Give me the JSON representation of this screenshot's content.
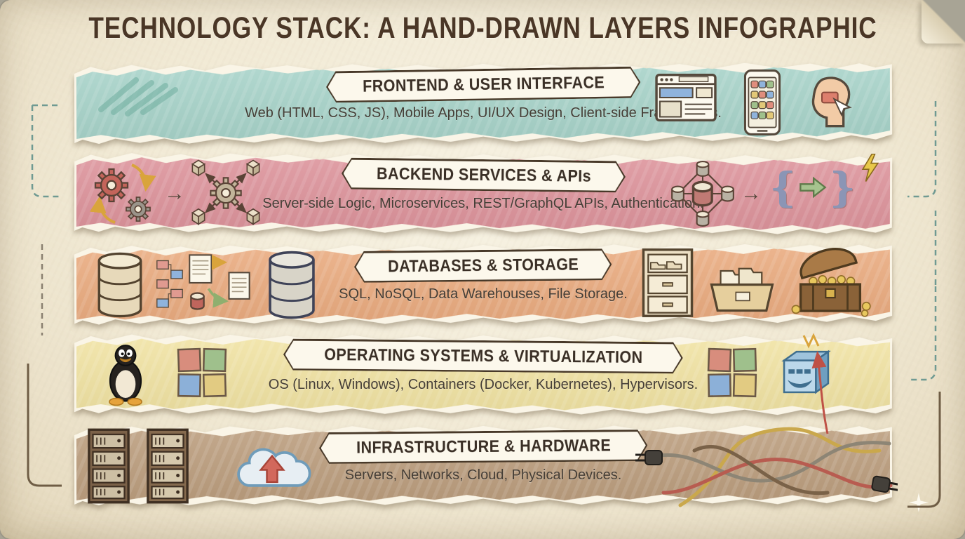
{
  "title": "TECHNOLOGY STACK: A HAND-DRAWN LAYERS INFOGRAPHIC",
  "palette": {
    "paper": "#f1e9d4",
    "ink": "#4a3626",
    "banner_background": "#fcf8ec",
    "banner_border": "#483929",
    "connector_teal": "#6f9a92",
    "connector_gray": "#8a8070"
  },
  "layers": [
    {
      "name": "frontend",
      "label": "FRONTEND & USER INTERFACE",
      "description": "Web (HTML, CSS, JS), Mobile Apps, UI/UX Design, Client-side Frameworks.",
      "color": "#a7d3c9",
      "icons": [
        "teal-scribble-icon",
        "browser-window-icon",
        "mobile-phone-icon",
        "user-head-click-icon"
      ]
    },
    {
      "name": "backend",
      "label": "BACKEND SERVICES & APIs",
      "description": "Server-side Logic, Microservices, REST/GraphQL APIs, Authentication.",
      "color": "#dd939b",
      "icons": [
        "gears-icon",
        "flow-arrow-icon",
        "microservices-network-icon",
        "database-cluster-icon",
        "flow-arrow-icon",
        "code-braces-arrow-icon",
        "lightning-bolt-icon"
      ]
    },
    {
      "name": "databases",
      "label": "DATABASES & STORAGE",
      "description": "SQL, NoSQL, Data Warehouses, File Storage.",
      "color": "#eaab7f",
      "icons": [
        "database-stack-icon",
        "data-blocks-icon",
        "documents-transfer-icon",
        "data-warehouse-icon",
        "file-cabinet-icon",
        "folder-box-icon",
        "treasure-chest-icon"
      ]
    },
    {
      "name": "operating-systems",
      "label": "OPERATING SYSTEMS & VIRTUALIZATION",
      "description": "OS (Linux, Windows), Containers (Docker, Kubernetes), Hypervisors.",
      "color": "#f1e3a3",
      "icons": [
        "linux-tux-icon",
        "windows-logo-icon",
        "windows-logo-icon",
        "docker-box-icon"
      ]
    },
    {
      "name": "infrastructure",
      "label": "INFRASTRUCTURE & HARDWARE",
      "description": "Servers, Networks, Cloud, Physical Devices.",
      "color": "#bb9d7d",
      "icons": [
        "server-rack-icon",
        "server-rack-icon",
        "cloud-upload-icon",
        "plugs-cables-icon"
      ]
    }
  ],
  "decorations": [
    "paper-fold",
    "sparkle",
    "flow-arrows-left",
    "flow-arrows-right"
  ],
  "glyphs": {
    "flow_arrow": "→",
    "brace_open": "{",
    "brace_close": "}"
  }
}
